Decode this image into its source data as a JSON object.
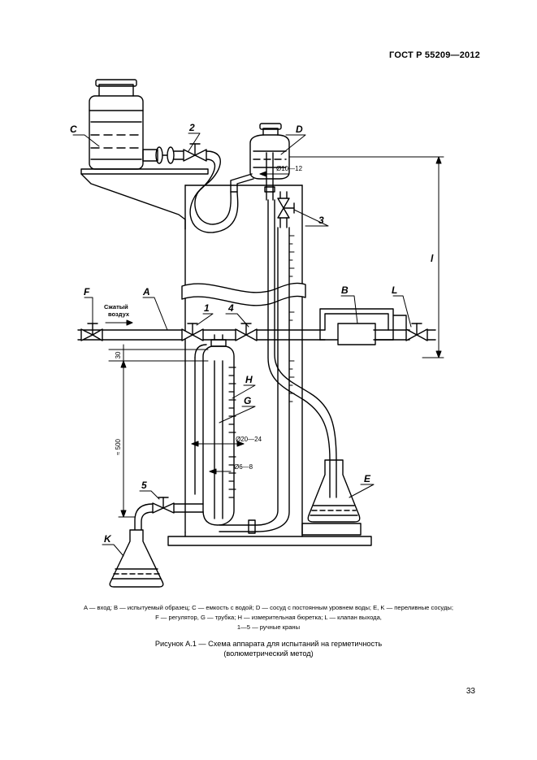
{
  "header": {
    "standard": "ГОСТ Р 55209—2012"
  },
  "figure": {
    "labels": {
      "C": "C",
      "D": "D",
      "A": "A",
      "B": "B",
      "F": "F",
      "L": "L",
      "H": "H",
      "G": "G",
      "E": "E",
      "K": "K",
      "n1": "1",
      "n2": "2",
      "n3": "3",
      "n4": "4",
      "n5": "5",
      "l": "l"
    },
    "inlet_text": [
      "Сжатый",
      "воздух"
    ],
    "dimensions": {
      "d_vessel": "Ø10—12",
      "d_tube": "Ø20—24",
      "d_burette": "Ø6—8",
      "h_500": "≈ 500",
      "h_30": "30"
    }
  },
  "legend": {
    "line1": "A — вход; B — испытуемый образец; C — емкость с водой; D — сосуд с постоянным уровнем воды; E, K — переливные сосуды;",
    "line2": "F — регулятор, G — трубка; H — измерительная бюретка; L — клапан выхода,",
    "line3": "1—5 — ручные краны"
  },
  "caption": {
    "line1": "Рисунок А.1 — Схема аппарата для испытаний на герметичность",
    "line2": "(волюметрический метод)"
  },
  "page": {
    "number": "33"
  }
}
